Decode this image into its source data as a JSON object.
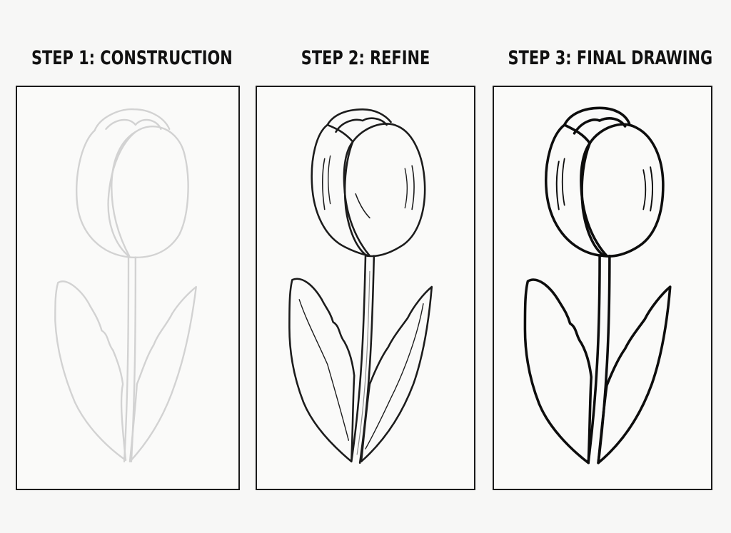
{
  "steps": [
    {
      "title": "STEP 1: CONSTRUCTION",
      "style": "light-construction"
    },
    {
      "title": "STEP 2: REFINE",
      "style": "refined-outline"
    },
    {
      "title": "STEP 3: FINAL DRAWING",
      "style": "bold-final"
    }
  ],
  "colors": {
    "background": "#f7f7f6",
    "panel_border": "#1a1a1a",
    "construction_line": "#cfcfcf",
    "refine_line": "#1c1c1c",
    "final_line": "#0d0d0d"
  }
}
